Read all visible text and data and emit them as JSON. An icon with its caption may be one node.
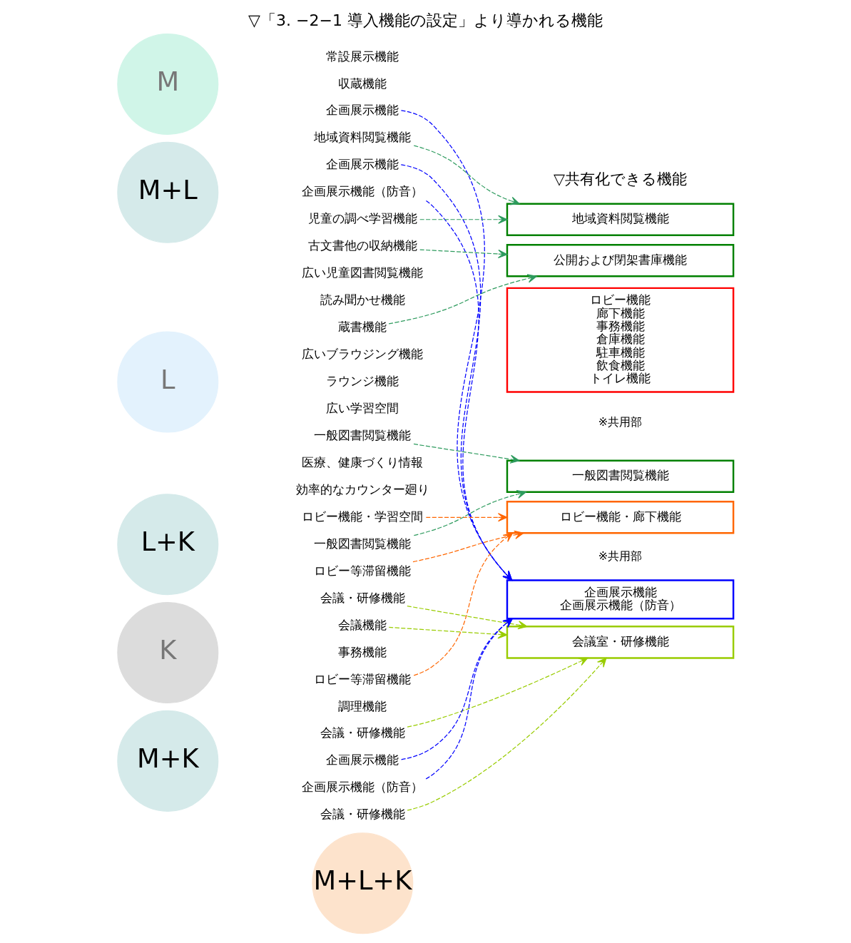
{
  "diagram": {
    "title": "▽「3. −2−1 導入機能の設定」より導かれる機能",
    "nodes": [
      {
        "text": [
          "M"
        ]
      },
      {
        "text": [
          "常設展示機能"
        ]
      },
      {
        "text": [
          "収蔵機能"
        ]
      },
      {
        "text": [
          "企画展示機能"
        ]
      },
      {
        "text": [
          "M+L"
        ]
      },
      {
        "text": [
          "地域資料閲覧機能"
        ]
      },
      {
        "text": [
          "企画展示機能"
        ]
      },
      {
        "text": [
          "企画展示機能（防音）"
        ]
      },
      {
        "text": [
          "児童の調べ学習機能"
        ]
      },
      {
        "text": [
          "古文書他の収納機能"
        ]
      },
      {
        "text": [
          "L"
        ]
      },
      {
        "text": [
          "広い児童図書閲覧機能"
        ]
      },
      {
        "text": [
          "読み聞かせ機能"
        ]
      },
      {
        "text": [
          "蔵書機能"
        ]
      },
      {
        "text": [
          "広いブラウジング機能"
        ]
      },
      {
        "text": [
          "ラウンジ機能"
        ]
      },
      {
        "text": [
          "広い学習空間"
        ]
      },
      {
        "text": [
          "一般図書閲覧機能"
        ]
      },
      {
        "text": [
          "医療、健康づくり情報"
        ]
      },
      {
        "text": [
          "効率的なカウンター廻り"
        ]
      },
      {
        "text": [
          "L+K"
        ]
      },
      {
        "text": [
          "ロビー機能・学習空間"
        ]
      },
      {
        "text": [
          "一般図書閲覧機能"
        ]
      },
      {
        "text": [
          "ロビー等滞留機能"
        ]
      },
      {
        "text": [
          "K"
        ]
      },
      {
        "text": [
          "会議・研修機能"
        ]
      },
      {
        "text": [
          "会議機能"
        ]
      },
      {
        "text": [
          "事務機能"
        ]
      },
      {
        "text": [
          "ロビー等滞留機能"
        ]
      },
      {
        "text": [
          "調理機能"
        ]
      },
      {
        "text": [
          "M+K"
        ]
      },
      {
        "text": [
          "会議・研修機能"
        ]
      },
      {
        "text": [
          "企画展示機能"
        ]
      },
      {
        "text": [
          "企画展示機能（防音）"
        ]
      },
      {
        "text": [
          "会議・研修機能"
        ]
      },
      {
        "text": [
          "地域資料閲覧機能"
        ]
      },
      {
        "text": [
          "公開および閉架書庫機能"
        ]
      },
      {
        "text": [
          "M+L+K"
        ]
      },
      {
        "text": [
          "ロビー機能",
          "廊下機能",
          "事務機能",
          "倉庫機能",
          "駐車機能",
          "飲食機能",
          "トイレ機能"
        ],
        "beside": [
          "※共用部"
        ]
      },
      {
        "text": [
          "一般図書閲覧機能"
        ]
      },
      {
        "text": [
          "ロビー機能・廊下機能"
        ],
        "beside": [
          "※共用部"
        ]
      },
      {
        "text": [
          "企画展示機能",
          "企画展示機能（防音）"
        ]
      },
      {
        "text": [
          "会議室・研修機能"
        ]
      }
    ],
    "edges": [
      {
        "from": 3,
        "to": 41,
        "arrow": "to",
        "style": "dashed",
        "color": "#0000ff"
      },
      {
        "from": 5,
        "to": 35,
        "arrow": "to",
        "style": "dashed",
        "color": "#2e9b5e"
      },
      {
        "from": 6,
        "to": 41,
        "arrow": "to",
        "style": "dashed",
        "color": "#0000ff"
      },
      {
        "from": 7,
        "to": 41,
        "arrow": "to",
        "style": "dashed",
        "color": "#0000ff"
      },
      {
        "from": 8,
        "to": 35,
        "arrow": "to",
        "style": "dashed",
        "color": "#2e9b5e"
      },
      {
        "from": 9,
        "to": 36,
        "arrow": "to",
        "style": "dashed",
        "color": "#2e9b5e"
      },
      {
        "from": 13,
        "to": 36,
        "arrow": "to",
        "style": "dashed",
        "color": "#2e9b5e"
      },
      {
        "from": 17,
        "to": 39,
        "arrow": "to",
        "style": "dashed",
        "color": "#2e9b5e"
      },
      {
        "from": 21,
        "to": 40,
        "arrow": "to",
        "style": "dashed",
        "color": "#ff6600"
      },
      {
        "from": 22,
        "to": 39,
        "arrow": "to",
        "style": "dashed",
        "color": "#2e9b5e"
      },
      {
        "from": 23,
        "to": 40,
        "arrow": "to",
        "style": "dashed",
        "color": "#ff6600"
      },
      {
        "from": 25,
        "to": 42,
        "arrow": "to",
        "style": "dashed",
        "color": "#99cc00"
      },
      {
        "from": 26,
        "to": 42,
        "arrow": "to",
        "style": "dashed",
        "color": "#99cc00"
      },
      {
        "from": 28,
        "to": 40,
        "arrow": "to",
        "style": "dashed",
        "color": "#ff6600"
      },
      {
        "from": 31,
        "to": 42,
        "arrow": "to",
        "style": "dashed",
        "color": "#99cc00"
      },
      {
        "from": 32,
        "to": 41,
        "arrow": "to",
        "style": "dashed",
        "color": "#0000ff"
      },
      {
        "from": 33,
        "to": 41,
        "arrow": "to",
        "style": "dashed",
        "color": "#0000ff"
      },
      {
        "from": 34,
        "to": 42,
        "arrow": "to",
        "style": "dashed",
        "color": "#99cc00"
      }
    ],
    "labels": [
      "▽共有化できる機能"
    ]
  }
}
